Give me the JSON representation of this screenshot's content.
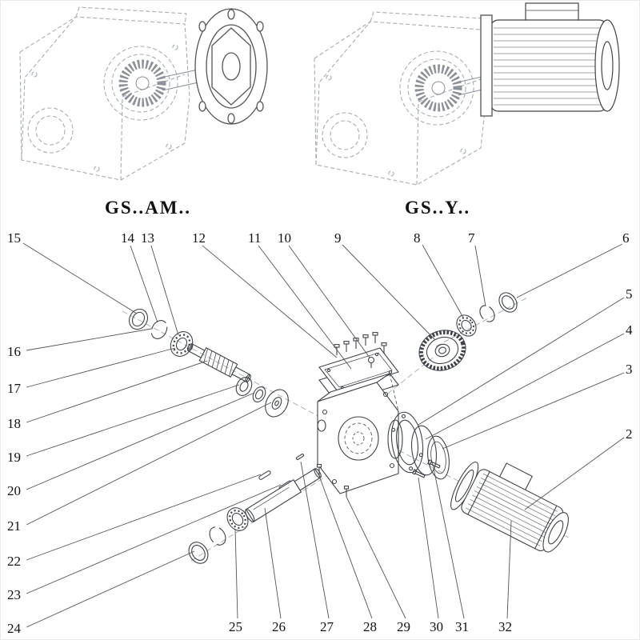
{
  "models": {
    "am": "GS..AM..",
    "y": "GS..Y.."
  },
  "callouts": {
    "n2": "2",
    "n3": "3",
    "n4": "4",
    "n5": "5",
    "n6": "6",
    "n7": "7",
    "n8": "8",
    "n9": "9",
    "n10": "10",
    "n11": "11",
    "n12": "12",
    "n13": "13",
    "n14": "14",
    "n15": "15",
    "n16": "16",
    "n17": "17",
    "n18": "18",
    "n19": "19",
    "n20": "20",
    "n21": "21",
    "n22": "22",
    "n23": "23",
    "n24": "24",
    "n25": "25",
    "n26": "26",
    "n27": "27",
    "n28": "28",
    "n29": "29",
    "n30": "30",
    "n31": "31",
    "n32": "32"
  },
  "colors": {
    "ink": "#111111",
    "drawing": "#3f4349",
    "ghost": "#a7adb5"
  }
}
